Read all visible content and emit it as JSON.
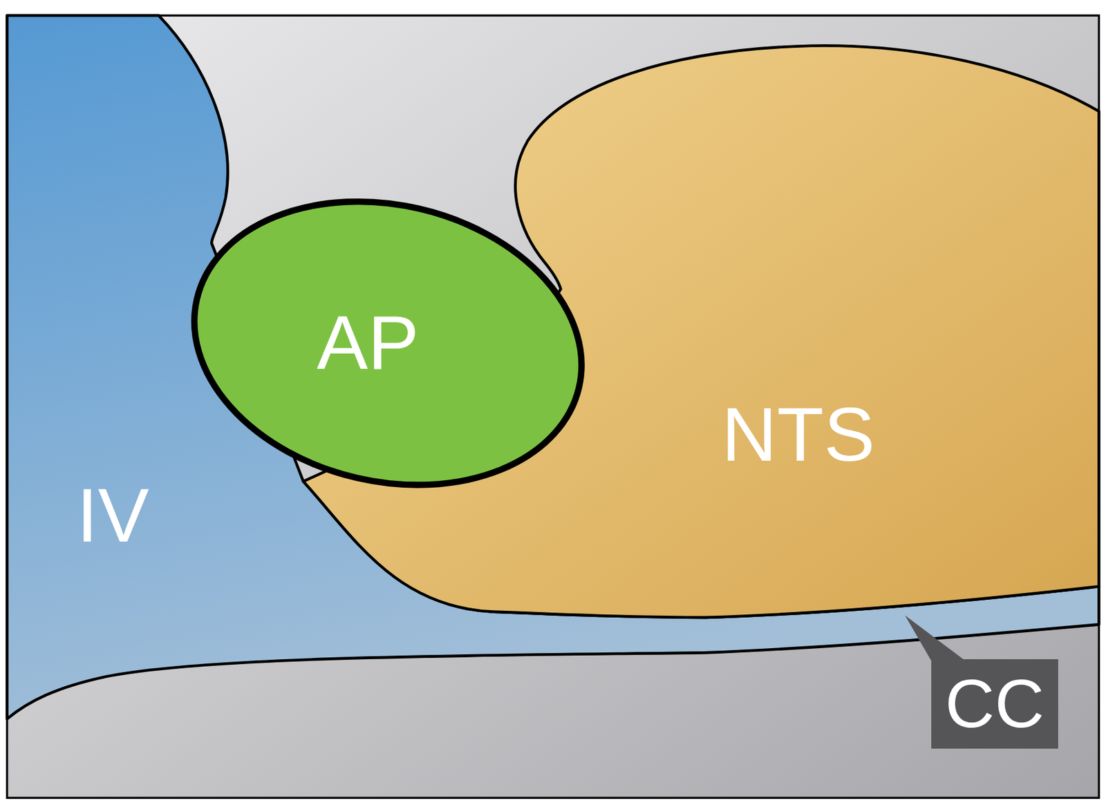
{
  "diagram": {
    "nodes": [
      {
        "text": [
          "IV"
        ]
      },
      {
        "text": [
          "AP"
        ]
      },
      {
        "text": [
          "NTS"
        ]
      },
      {
        "text": [
          "CC"
        ]
      }
    ]
  }
}
